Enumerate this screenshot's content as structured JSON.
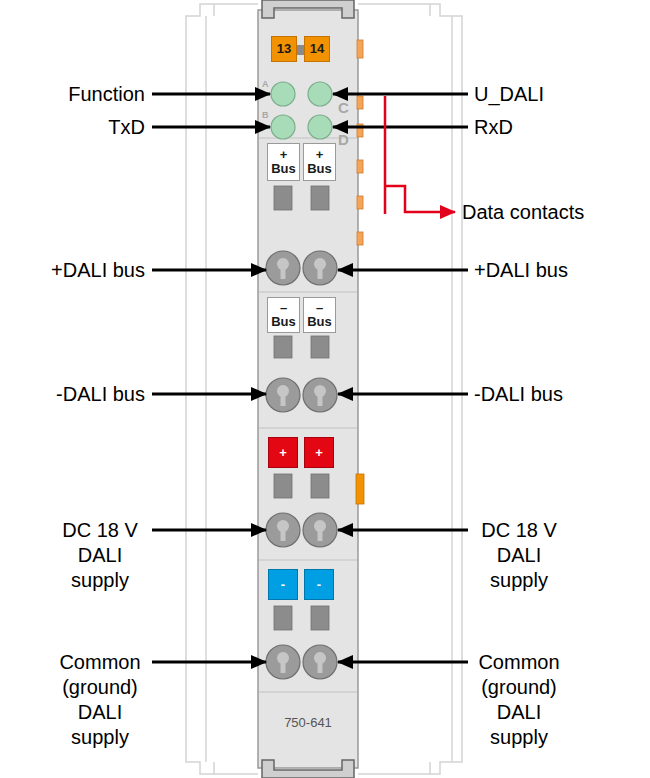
{
  "diagram": {
    "nodes": [
      {
        "text": [
          "750-641"
        ]
      },
      {
        "text": [
          "13"
        ],
        "in": 0
      },
      {
        "text": [
          "14"
        ],
        "in": 0
      },
      {
        "text": [
          "+ Bus"
        ],
        "in": 0
      },
      {
        "text": [
          "+ Bus"
        ],
        "in": 0
      },
      {
        "text": [
          "– Bus"
        ],
        "in": 0
      },
      {
        "text": [
          "– Bus"
        ],
        "in": 0
      },
      {
        "text": [
          "+"
        ],
        "in": 0
      },
      {
        "text": [
          "+"
        ],
        "in": 0
      },
      {
        "text": [
          "-"
        ],
        "in": 0
      },
      {
        "text": [
          "-"
        ],
        "in": 0
      }
    ],
    "labels": [
      "Function",
      "TxD",
      "U_DALI",
      "RxD",
      "A",
      "B",
      "C",
      "D",
      "Data contacts",
      "+DALI bus",
      "+DALI bus",
      "-DALI bus",
      "-DALI bus",
      "DC 18 V DALI supply",
      "DC 18 V DALI supply",
      "Common (ground) DALI supply",
      "Common (ground) DALI supply"
    ]
  }
}
